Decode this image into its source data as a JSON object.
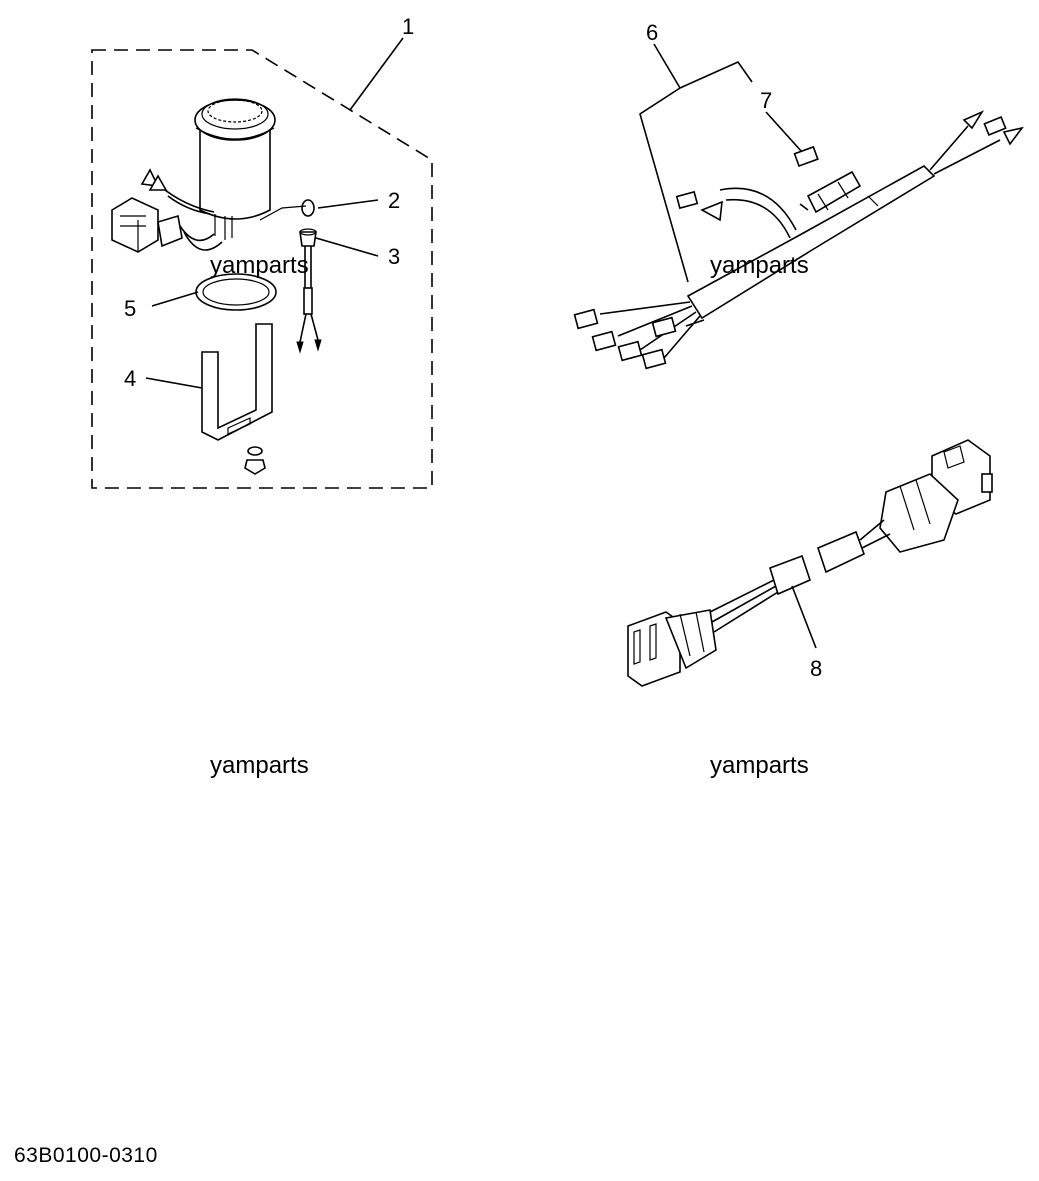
{
  "callouts": [
    "1",
    "2",
    "3",
    "4",
    "5",
    "6",
    "7",
    "8"
  ],
  "watermarks": [
    "yamparts",
    "yamparts",
    "yamparts",
    "yamparts"
  ],
  "diagram_code": "63B0100-0310"
}
